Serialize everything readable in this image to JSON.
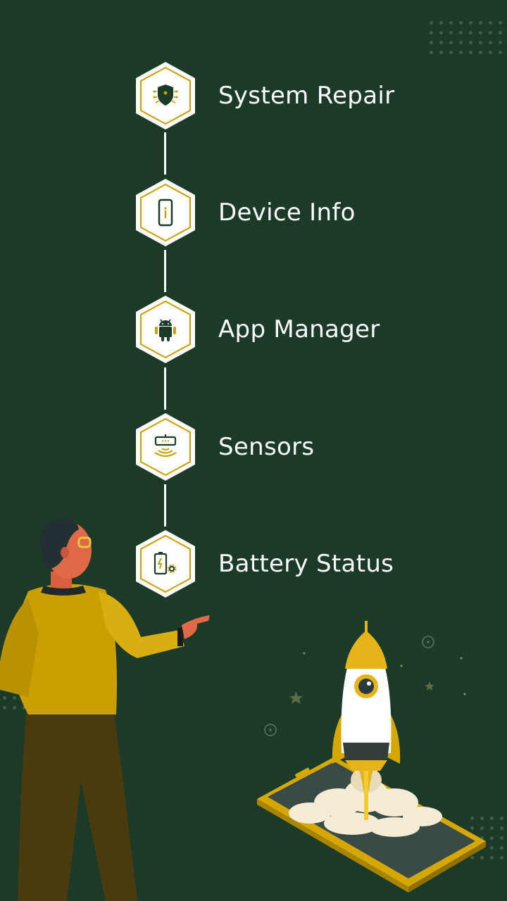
{
  "features": [
    {
      "label": "System Repair",
      "icon": "shield-circuit-icon"
    },
    {
      "label": "Device Info",
      "icon": "phone-info-icon"
    },
    {
      "label": "App Manager",
      "icon": "android-icon"
    },
    {
      "label": "Sensors",
      "icon": "sensor-waves-icon"
    },
    {
      "label": "Battery Status",
      "icon": "battery-gear-icon"
    }
  ],
  "colors": {
    "background": "#1b3a28",
    "accent": "#c9a000",
    "text": "#ffffff"
  }
}
